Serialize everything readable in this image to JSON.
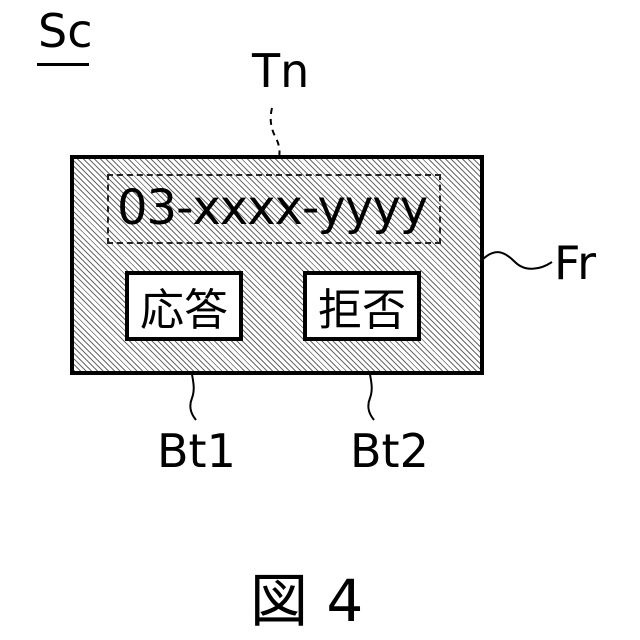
{
  "screen_label": "Sc",
  "labels": {
    "phone_number_ref": "Tn",
    "frame_ref": "Fr",
    "answer_button_ref": "Bt1",
    "reject_button_ref": "Bt2"
  },
  "incoming_call": {
    "phone_number": "03-xxxx-yyyy",
    "answer_button_label": "応答",
    "reject_button_label": "拒否"
  },
  "figure_caption": "図 4"
}
